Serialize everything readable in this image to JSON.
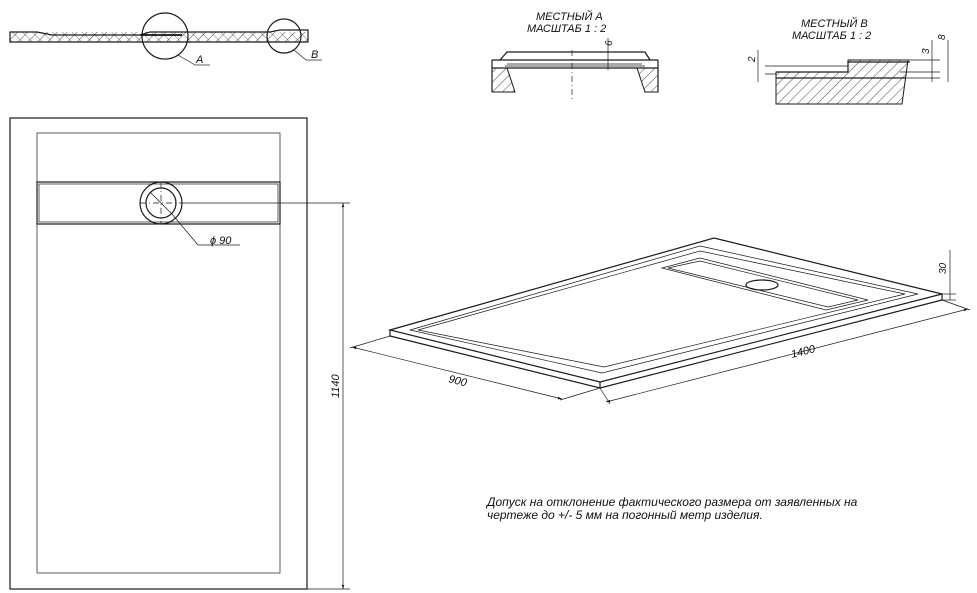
{
  "callouts": {
    "a": "A",
    "b": "B"
  },
  "detail_a": {
    "title": "МЕСТНЫЙ А",
    "scale": "МАСШТАБ 1 : 2",
    "dim_depth": "6"
  },
  "detail_b": {
    "title": "МЕСТНЫЙ В",
    "scale": "МАСШТАБ 1 : 2",
    "dim_2": "2",
    "dim_3": "3",
    "dim_8": "8"
  },
  "plan": {
    "drain_diameter": "ϕ 90",
    "height_dim": "1140"
  },
  "iso": {
    "width_dim": "900",
    "length_dim": "1400",
    "height_dim": "30"
  },
  "note": {
    "line1": "Допуск на отклонение фактического размера от заявленных на",
    "line2": "чертеже до +/- 5 мм на погонный метр изделия."
  }
}
